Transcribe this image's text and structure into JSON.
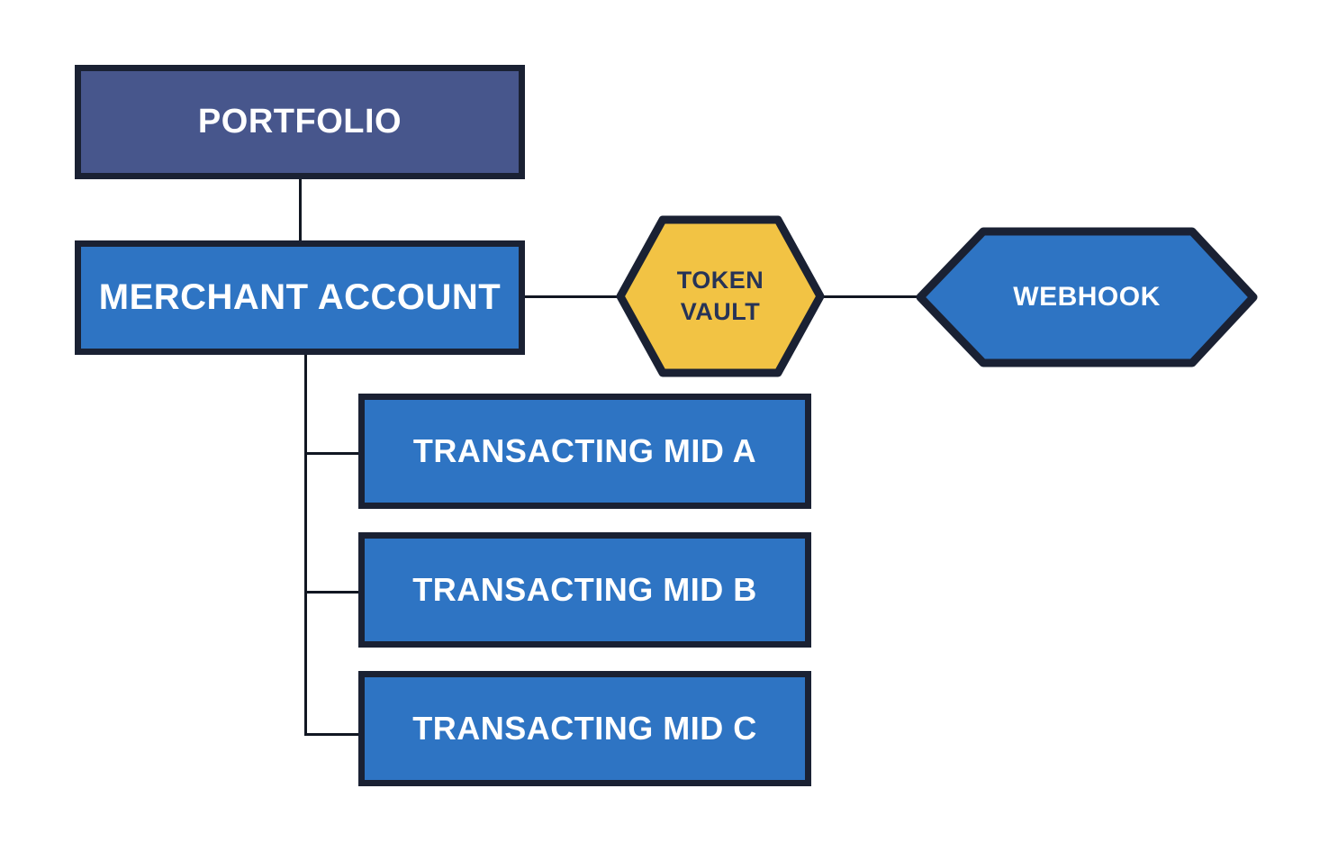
{
  "diagram": {
    "nodes": {
      "portfolio": {
        "label": "PORTFOLIO",
        "shape": "rectangle",
        "fill": "#47568C",
        "text_color": "#FFFFFF"
      },
      "merchant_account": {
        "label": "MERCHANT ACCOUNT",
        "shape": "rectangle",
        "fill": "#2E74C3",
        "text_color": "#FFFFFF"
      },
      "token_vault": {
        "label": "TOKEN VAULT",
        "shape": "hexagon",
        "fill": "#F2C344",
        "text_color": "#263357"
      },
      "webhook": {
        "label": "WEBHOOK",
        "shape": "hexagon",
        "fill": "#2E74C3",
        "text_color": "#FFFFFF"
      },
      "transacting_mid_a": {
        "label": "TRANSACTING MID A",
        "shape": "rectangle",
        "fill": "#2E74C3",
        "text_color": "#FFFFFF"
      },
      "transacting_mid_b": {
        "label": "TRANSACTING MID B",
        "shape": "rectangle",
        "fill": "#2E74C3",
        "text_color": "#FFFFFF"
      },
      "transacting_mid_c": {
        "label": "TRANSACTING MID C",
        "shape": "rectangle",
        "fill": "#2E74C3",
        "text_color": "#FFFFFF"
      }
    },
    "edges": [
      {
        "from": "portfolio",
        "to": "merchant_account"
      },
      {
        "from": "merchant_account",
        "to": "token_vault"
      },
      {
        "from": "token_vault",
        "to": "webhook"
      },
      {
        "from": "merchant_account",
        "to": "transacting_mid_a"
      },
      {
        "from": "merchant_account",
        "to": "transacting_mid_b"
      },
      {
        "from": "merchant_account",
        "to": "transacting_mid_c"
      }
    ],
    "colors": {
      "node_border": "#1A2133",
      "connector": "#111722",
      "navy_fill": "#47568C",
      "blue_fill": "#2E74C3",
      "yellow_fill": "#F2C344",
      "text_light": "#FFFFFF",
      "text_dark": "#263357",
      "background": "#FFFFFF"
    }
  }
}
